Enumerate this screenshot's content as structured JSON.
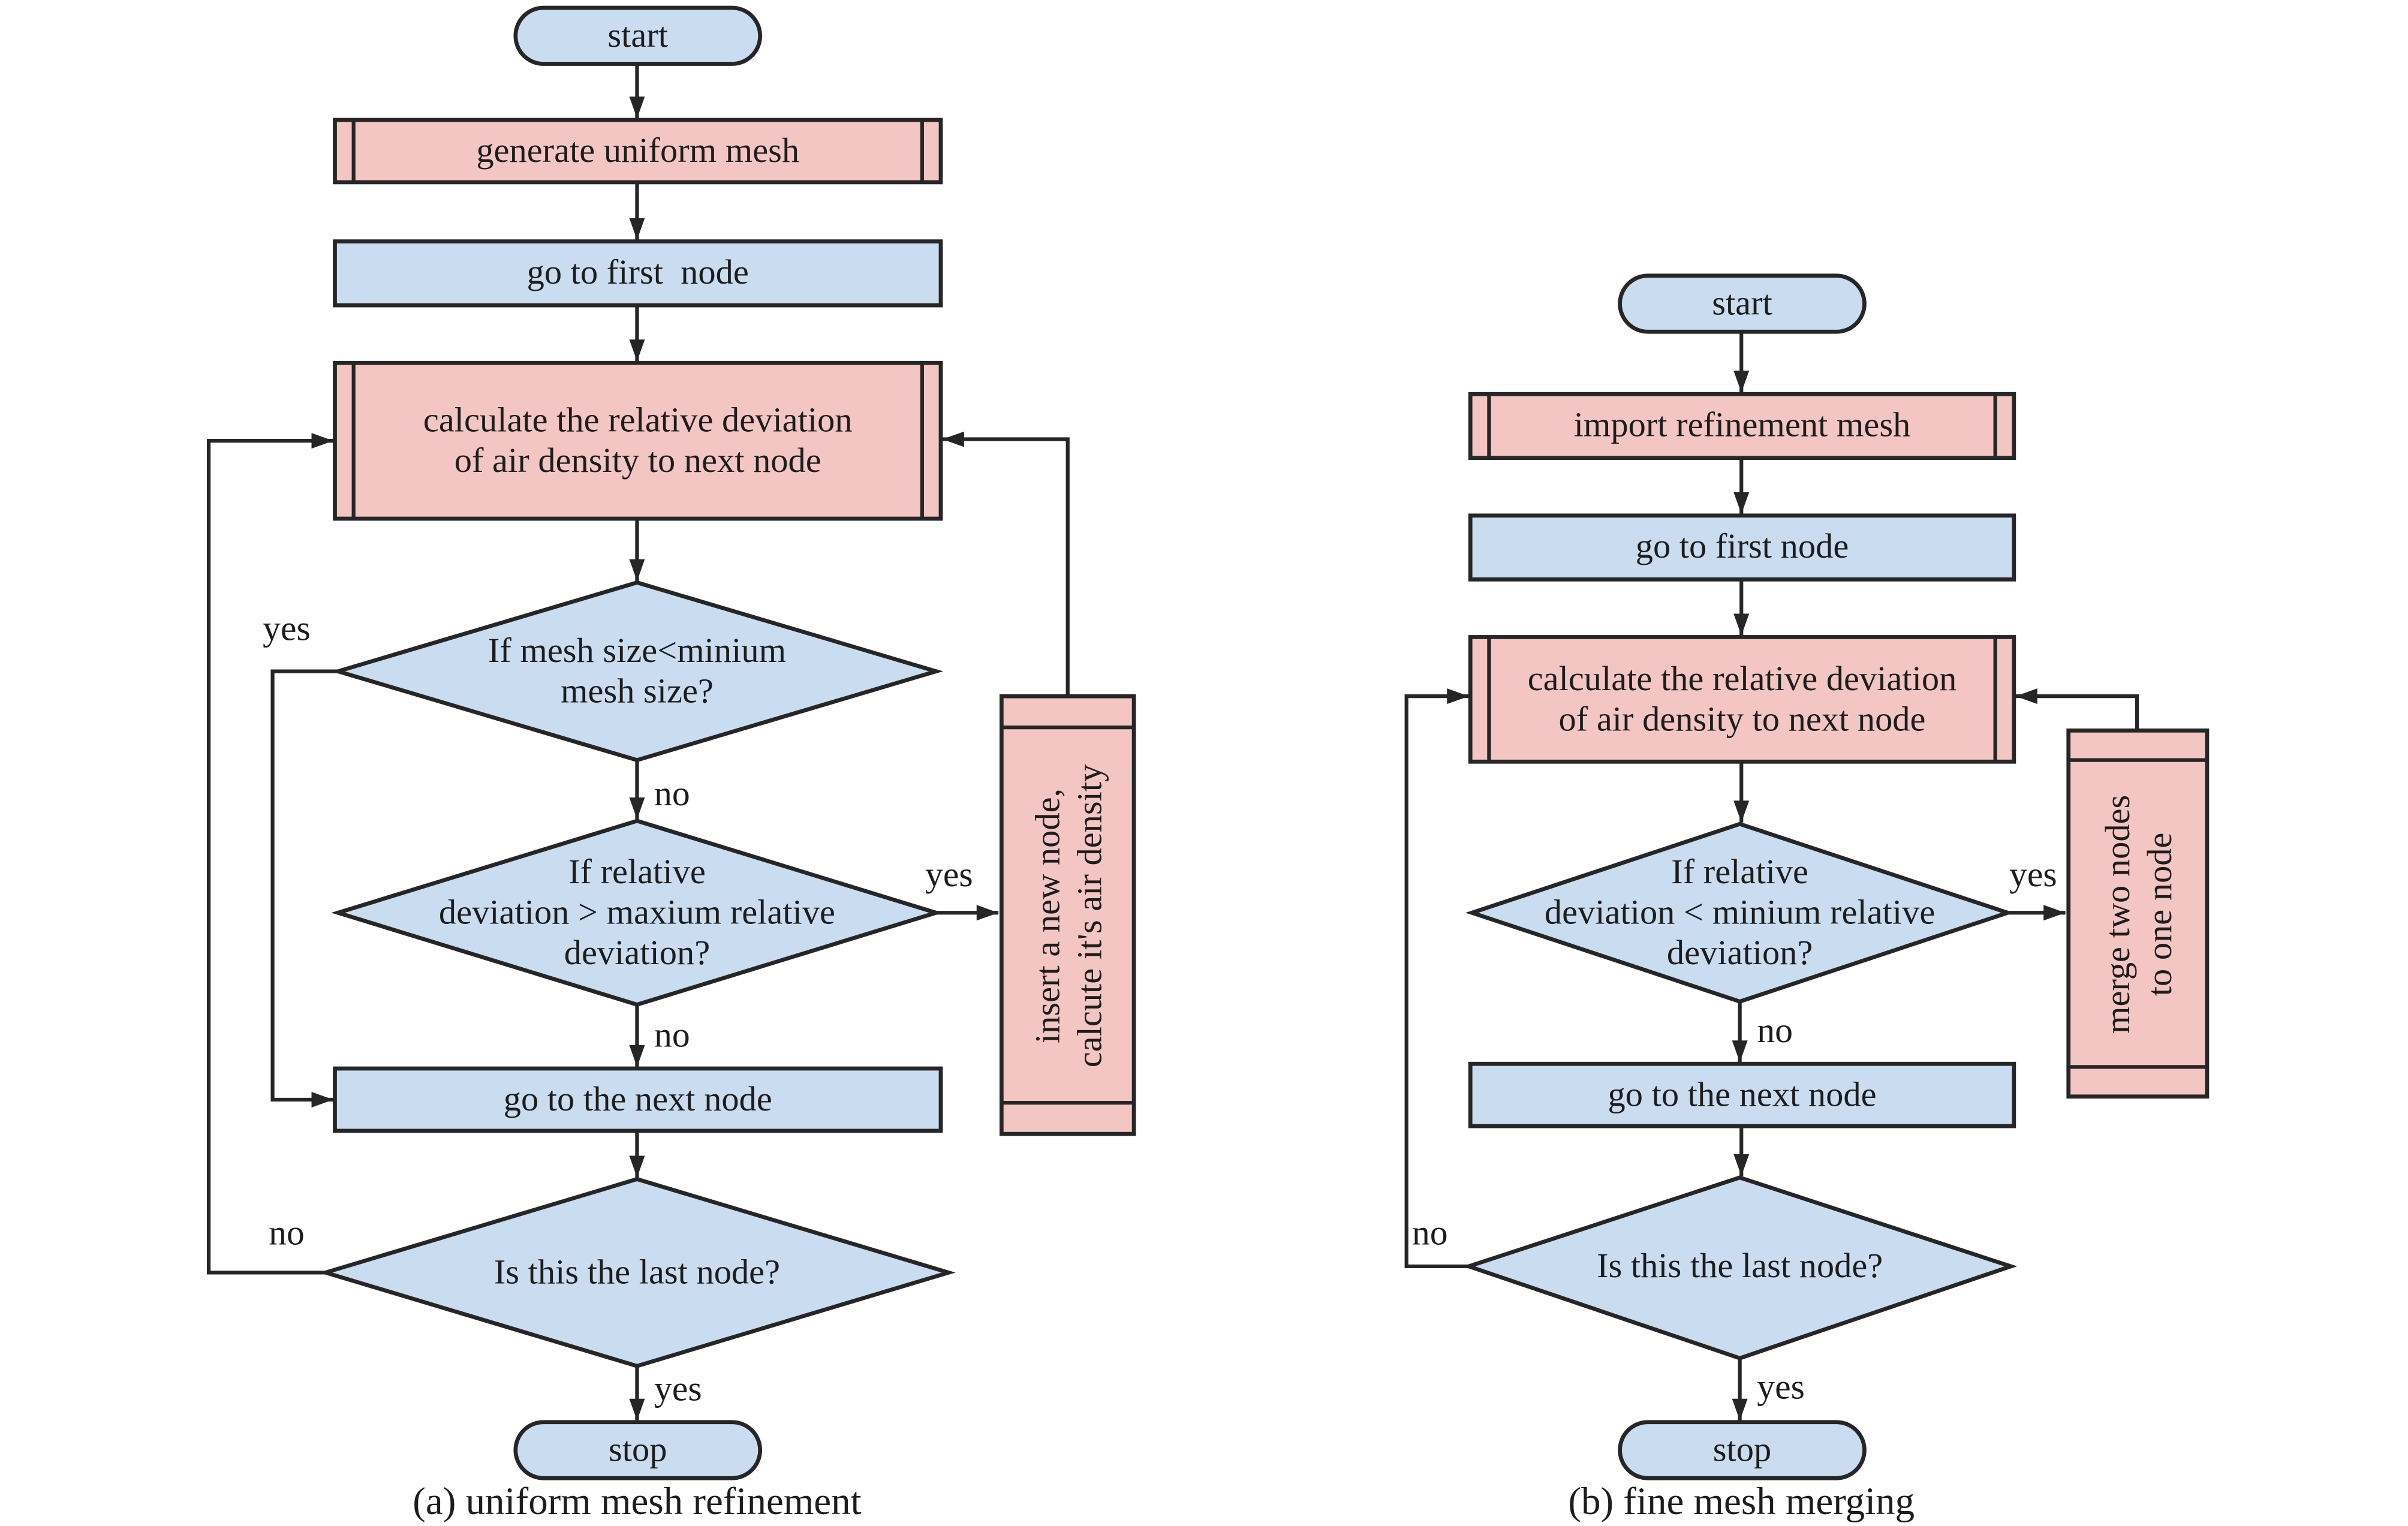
{
  "colors": {
    "process-blue": "#cadcf0",
    "process-pink": "#f3c6c3",
    "line-stroke": "#262626",
    "text-color": "#1d1d1d",
    "page-bg": "#ffffff"
  },
  "flowchart_a": {
    "caption": "(a) uniform mesh refinement",
    "nodes": {
      "start": "start",
      "generate_mesh": "generate uniform mesh",
      "go_to_first_node": "go to first  node",
      "calculate": [
        "calculate the relative deviation",
        "of air density to next node"
      ],
      "mesh_size_decision": [
        "If mesh size<minium",
        "mesh size?"
      ],
      "deviation_decision": [
        "If relative",
        "deviation > maxium relative",
        "deviation?"
      ],
      "insert_node": [
        "insert a new node,",
        "calcute it's air density"
      ],
      "go_to_next_node": "go to the next node",
      "last_node_decision": "Is this the last node?",
      "stop": "stop"
    },
    "edges": [
      {
        "from": "start",
        "to": "generate_mesh",
        "label": ""
      },
      {
        "from": "generate_mesh",
        "to": "go_to_first_node",
        "label": ""
      },
      {
        "from": "go_to_first_node",
        "to": "calculate",
        "label": ""
      },
      {
        "from": "calculate",
        "to": "mesh_size_decision",
        "label": ""
      },
      {
        "from": "mesh_size_decision",
        "to": "deviation_decision",
        "label": "no"
      },
      {
        "from": "mesh_size_decision",
        "to": "go_to_next_node",
        "label": "yes"
      },
      {
        "from": "deviation_decision",
        "to": "insert_node",
        "label": "yes"
      },
      {
        "from": "deviation_decision",
        "to": "go_to_next_node",
        "label": "no"
      },
      {
        "from": "insert_node",
        "to": "calculate",
        "label": ""
      },
      {
        "from": "go_to_next_node",
        "to": "last_node_decision",
        "label": ""
      },
      {
        "from": "last_node_decision",
        "to": "calculate",
        "label": "no"
      },
      {
        "from": "last_node_decision",
        "to": "stop",
        "label": "yes"
      }
    ]
  },
  "flowchart_b": {
    "caption": "(b) fine mesh merging",
    "nodes": {
      "start": "start",
      "import_mesh": "import refinement mesh",
      "go_to_first_node": "go to first node",
      "calculate": [
        "calculate the relative deviation",
        "of air density to next node"
      ],
      "deviation_decision": [
        "If relative",
        "deviation < minium relative",
        "deviation?"
      ],
      "merge_nodes": [
        "merge two nodes",
        "to one node"
      ],
      "go_to_next_node": "go to the next node",
      "last_node_decision": "Is this the last node?",
      "stop": "stop"
    },
    "edges": [
      {
        "from": "start",
        "to": "import_mesh",
        "label": ""
      },
      {
        "from": "import_mesh",
        "to": "go_to_first_node",
        "label": ""
      },
      {
        "from": "go_to_first_node",
        "to": "calculate",
        "label": ""
      },
      {
        "from": "calculate",
        "to": "deviation_decision",
        "label": ""
      },
      {
        "from": "deviation_decision",
        "to": "merge_nodes",
        "label": "yes"
      },
      {
        "from": "deviation_decision",
        "to": "go_to_next_node",
        "label": "no"
      },
      {
        "from": "merge_nodes",
        "to": "calculate",
        "label": ""
      },
      {
        "from": "go_to_next_node",
        "to": "last_node_decision",
        "label": ""
      },
      {
        "from": "last_node_decision",
        "to": "calculate",
        "label": "no"
      },
      {
        "from": "last_node_decision",
        "to": "stop",
        "label": "yes"
      }
    ]
  }
}
